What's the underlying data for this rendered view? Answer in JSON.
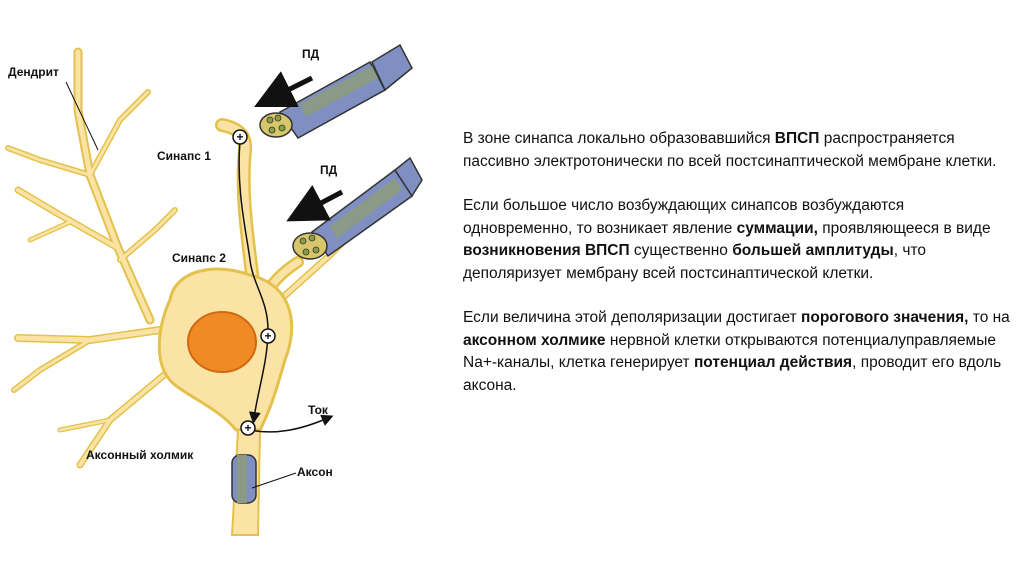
{
  "labels": {
    "dendrite": "Дендрит",
    "pd1": "ПД",
    "pd2": "ПД",
    "synapse1": "Синапс 1",
    "synapse2": "Синапс 2",
    "current": "Ток",
    "axon_hillock": "Аксонный холмик",
    "axon": "Аксон",
    "plus": "+"
  },
  "text": {
    "p1": [
      {
        "t": "В зоне синапса локально образовавшийся ",
        "b": false
      },
      {
        "t": "ВПСП",
        "b": true
      },
      {
        "t": " распространяется пассивно электротонически по всей постсинаптической мембране клетки.",
        "b": false
      }
    ],
    "p2": [
      {
        "t": "Если большое число возбуждающих синапсов возбуждаются одновременно, то возникает явление ",
        "b": false
      },
      {
        "t": "суммации,",
        "b": true
      },
      {
        "t": " проявляющееся в виде ",
        "b": false
      },
      {
        "t": "возникновения ВПСП",
        "b": true
      },
      {
        "t": " существенно ",
        "b": false
      },
      {
        "t": "большей амплитуды",
        "b": true
      },
      {
        "t": ", что деполяризует мембрану всей постсинаптической клетки.",
        "b": false
      }
    ],
    "p3": [
      {
        "t": " Если величина этой деполяризации достигает ",
        "b": false
      },
      {
        "t": "порогового значения,",
        "b": true
      },
      {
        "t": " то на ",
        "b": false
      },
      {
        "t": "аксонном холмике",
        "b": true
      },
      {
        "t": " нервной клетки открываются потенциалуправляемые Na+-каналы, клетка генерирует ",
        "b": false
      },
      {
        "t": "потенциал действия",
        "b": true
      },
      {
        "t": ", проводит его вдоль аксона.",
        "b": false
      }
    ]
  },
  "colors": {
    "cell_fill": "#fbe3a6",
    "cell_outline": "#e2c24c",
    "nucleus": "#f08a24",
    "presynaptic_axon": "#7f8fc2",
    "myelin": "#8a9a86",
    "text": "#111111"
  }
}
